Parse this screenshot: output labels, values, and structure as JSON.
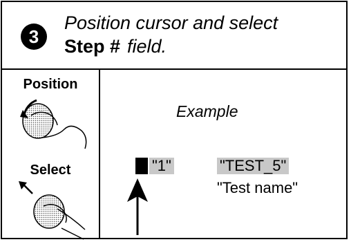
{
  "step": {
    "number": "3",
    "line1": "Position cursor and select",
    "field_bold": "Step #",
    "field_suffix": "field."
  },
  "controls": {
    "position_label": "Position",
    "select_label": "Select",
    "position_icon": "rotate-knob-icon",
    "select_icon": "press-knob-icon"
  },
  "example": {
    "title": "Example",
    "step_field_value": "\"1\"",
    "name_field_value": "\"TEST_5\"",
    "name_caption": "\"Test name\""
  }
}
